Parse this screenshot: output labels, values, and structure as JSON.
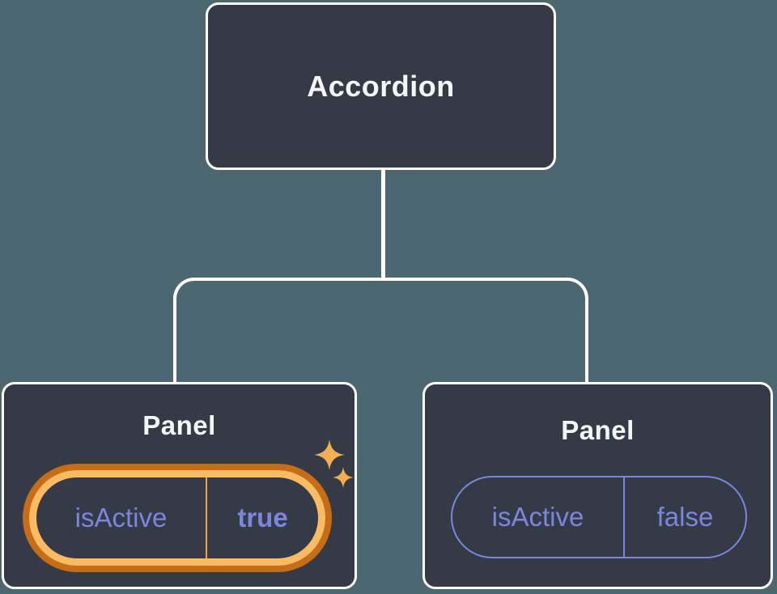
{
  "diagram": {
    "root": {
      "label": "Accordion"
    },
    "panels": [
      {
        "label": "Panel",
        "prop": "isActive",
        "value": "true",
        "highlighted": true
      },
      {
        "label": "Panel",
        "prop": "isActive",
        "value": "false",
        "highlighted": false
      }
    ],
    "icons": {
      "sparkle": "sparkle-icon (four-point star)"
    },
    "colors": {
      "background": "#4d6771",
      "node_fill": "#343a46",
      "node_border": "#ffffff",
      "node_text": "#f5f6f8",
      "connector": "#ffffff",
      "state_purple": "#7d85de",
      "highlight_ring_outer": "#c76d17",
      "highlight_ring_inner": "#fabb63",
      "highlight_divider": "#eda64a",
      "sparkle": "#f5ae52"
    }
  }
}
